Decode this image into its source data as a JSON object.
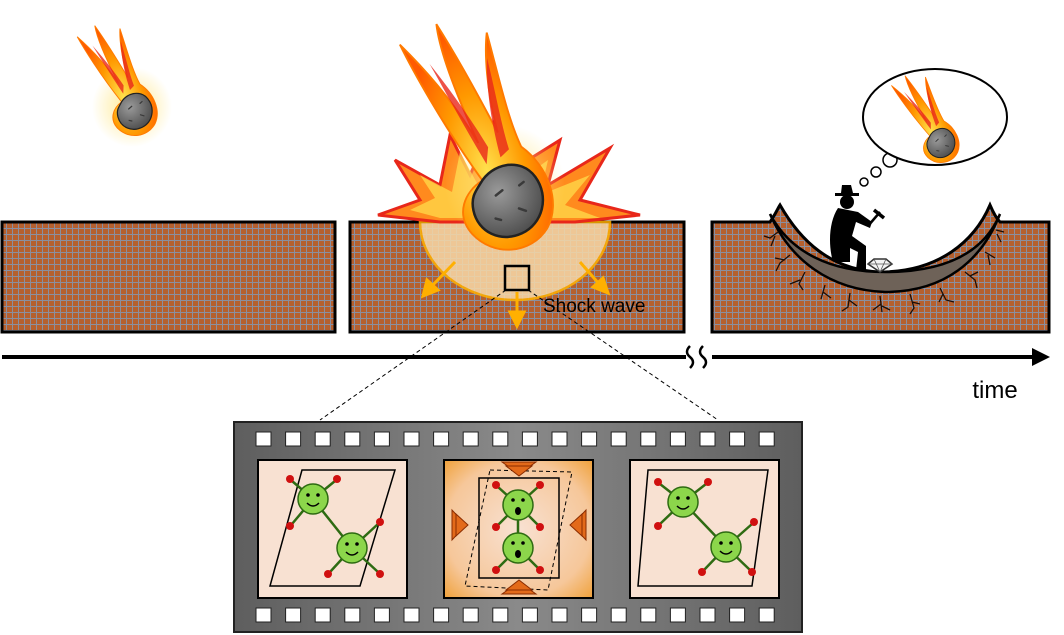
{
  "labels": {
    "shock_wave": "Shock wave",
    "time": "time"
  },
  "colors": {
    "ground_fill": "#B5602F",
    "ground_grid": "#8A8FA0",
    "fire_outer": "#FF9900",
    "fire_inner": "#FFE14D",
    "rock": "#6B6B6B",
    "explosion_red": "#E8271A",
    "explosion_orange": "#FF8A1E",
    "shock_zone": "#F8D9A8",
    "shock_arrow": "#FFB000",
    "film_strip": "#707070",
    "frame_bg": "#F8E1D2",
    "atom_fill": "#8CD64B",
    "bond_red": "#D01010"
  },
  "panels": [
    {
      "stage": "before-impact"
    },
    {
      "stage": "impact"
    },
    {
      "stage": "crater-found"
    }
  ],
  "film_frames": [
    {
      "state": "initial-lattice"
    },
    {
      "state": "compressed-lattice"
    },
    {
      "state": "sheared-lattice"
    }
  ],
  "icons": [
    "meteor-icon",
    "explosion-icon",
    "geologist-icon",
    "thought-bubble-icon",
    "diamond-icon",
    "time-arrow-icon"
  ]
}
